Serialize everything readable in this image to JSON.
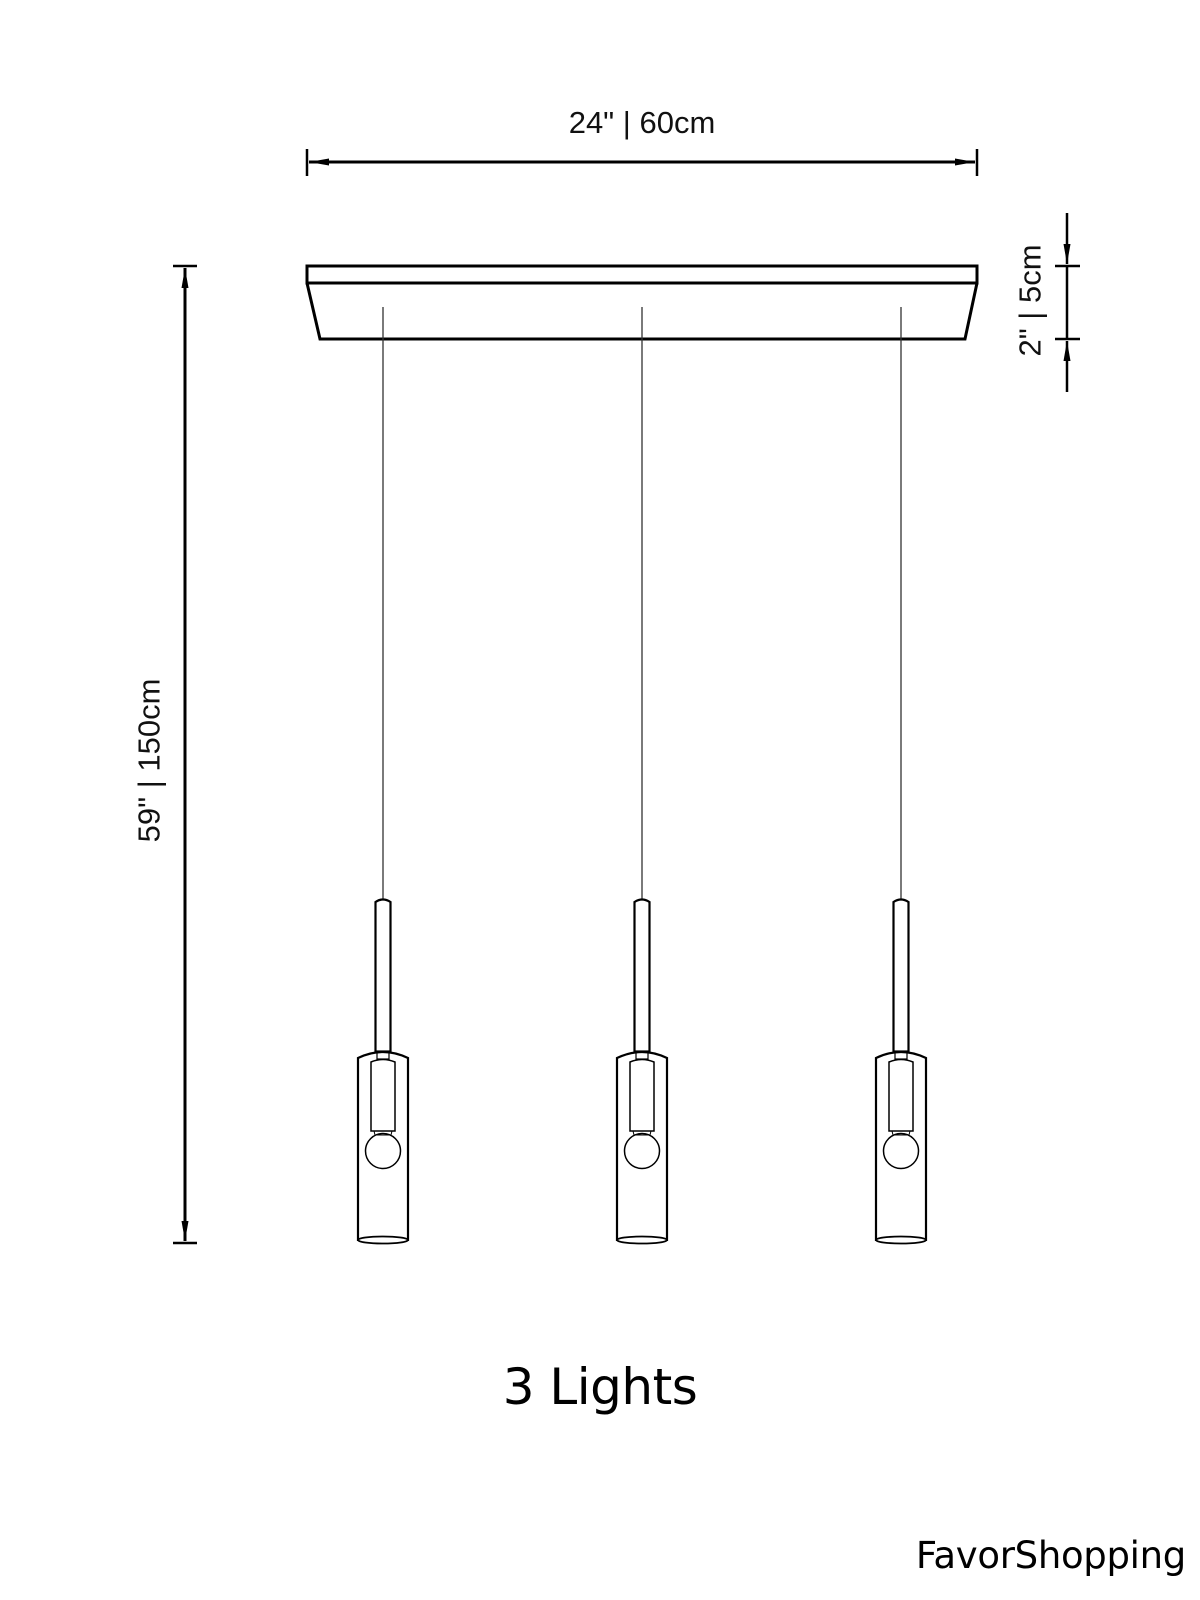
{
  "diagram": {
    "type": "product-dimension-drawing",
    "subject": "linear pendant light",
    "dimensions": {
      "width": "24\" | 60cm",
      "overall_height": "59\" | 150cm",
      "canopy_height": "2\" | 5cm"
    },
    "pendant_count": 3,
    "caption": "3 Lights",
    "watermark": "FavorShopping",
    "colors": {
      "background": "#ffffff",
      "line": "#000000",
      "cable": "#333333"
    }
  }
}
